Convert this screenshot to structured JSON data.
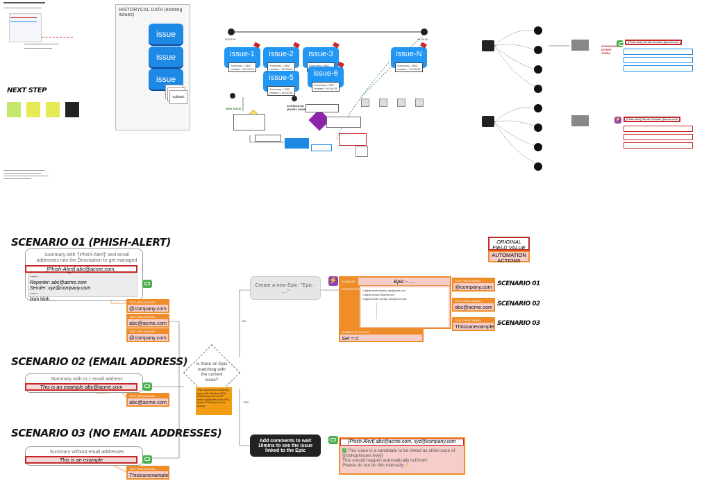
{
  "top_left": {
    "next_step": "NEXT STEP"
  },
  "historical": {
    "title": "HISTORYCAL DATA (existing issues)",
    "issue_label": "issue",
    "subtask_label": "subtask"
  },
  "timeline": {
    "start_time": "00:00:00",
    "end_time": "04:00:00",
    "issues": [
      {
        "title": "issue-1",
        "summary": "Summary = ABC",
        "created": "created = 00:00:01"
      },
      {
        "title": "issue-2",
        "summary": "Summary = ABC",
        "created": "created = 00:00:02"
      },
      {
        "title": "issue-3",
        "summary": "Summary = ABC",
        "created": "created = 00:00:03"
      },
      {
        "title": "issue-N",
        "summary": "Summary = ABC",
        "created": "created = 04:00:00"
      },
      {
        "title": "issue-5",
        "summary": "Summary = DEF",
        "created": "created = 00:00:10"
      },
      {
        "title": "issue-6",
        "summary": "Summary = DEF",
        "created": "created = 00:00:15"
      }
    ],
    "new_issue_label": "NEW ISSUE",
    "scheduled_label": "SCHEDULED (EVERY 10MIN)"
  },
  "right_top": {
    "row1": "[Phish-alert] Sender Domain @acme.com",
    "row2": "[Phish-alert] Sender Domain @acme.com",
    "scheduled": "SCHEDULED (EVERY 10MIN)"
  },
  "legend": {
    "original": "ORIGINAL FIELD VALUE",
    "automation": "AUTOMATION ACTIONS"
  },
  "scenario1": {
    "title": "SCENARIO 01 (PHISH-ALERT)",
    "summary_note": "Summary with \"[Phish-Alert]\" and email addresses into the Description to get managed",
    "summary_field": "[Phish-Alert] abc@acme.com, xyz@company.com",
    "separator": "-----",
    "reporter": "Reporter: abc@acme.com",
    "sender": "Sender: xyz@company.com",
    "separator2": "-----",
    "blah": "blah blah ...",
    "fields": [
      {
        "head": "TEXT (FIELD NAME)",
        "value": "@company.com"
      },
      {
        "head": "TEXT (FIELD NAME)",
        "value": "abc@acme.com"
      },
      {
        "head": "TEXT (FIELD NAME)",
        "value": "@company.com"
      }
    ]
  },
  "scenario2": {
    "title": "SCENARIO 02 (EMAIL ADDRESS)",
    "summary_note": "Summary with nr.1 email address",
    "summary_field": "This is an example abc@acme.com",
    "field_head": "TEXT (FIELD NAME)",
    "field_value": "abc@acme.com"
  },
  "scenario3": {
    "title": "SCENARIO 03 (NO EMAIL ADDRESSES)",
    "summary_note": "Summary without email addresses",
    "summary_field": "This is an example",
    "field_head": "TEXT (FIELD NAME)",
    "field_value": "Thisisanexample"
  },
  "decision": {
    "question": "Is there an Epic matching with the current issue?",
    "note": "This searches for matching epics with identical ITEM LABEL key. No FLOPT entire duplicates of an EPIC (same ITEM) due to this lookup",
    "no_label": "NO",
    "yes_label": "YES"
  },
  "actions": {
    "create_epic": "Create a new Epic: \"Epic - ....\"",
    "add_comments": "Add comments to wait 10mins to see the issue linked to the Epic"
  },
  "epic": {
    "summary_head": "SUMMARY",
    "summary_value": "Epic - ....",
    "description_head": "DESCRIPTION",
    "desc_lines": [
      "Original email address: abc@acme.com",
      "Original domain: @acme.com",
      "Original sender domain: abc@acme.com"
    ],
    "count_head": "NUMBER OF ISSUES",
    "count_value": "Set = 0",
    "right_fields": [
      {
        "head": "TEXT (FIELD NAME)",
        "value": "@company.com",
        "scenario": "SCENARIO 01"
      },
      {
        "head": "TEXT (FIELD NAME)",
        "value": "abc@acme.com",
        "scenario": "SCENARIO 02"
      },
      {
        "head": "TEXT (FIELD NAME)",
        "value": "Thisisanexample",
        "scenario": "SCENARIO 03"
      }
    ]
  },
  "comment": {
    "summary": "[Phish-Alert] abc@acme.com, xyz@company.com",
    "line1": "This issue is a candidate to be linked as child-issue of {{lookupIssues.key}}",
    "line2": "This should happen automatically in10min!",
    "line3": "Please do not do this manually"
  },
  "colors": {
    "accent_orange": "#ef8d2b",
    "pink_fill": "#f6cdc8",
    "red_border": "#c62828",
    "issue_blue": "#2196f3",
    "chat_green": "#4caf50",
    "bolt_purple": "#8e44ad"
  }
}
